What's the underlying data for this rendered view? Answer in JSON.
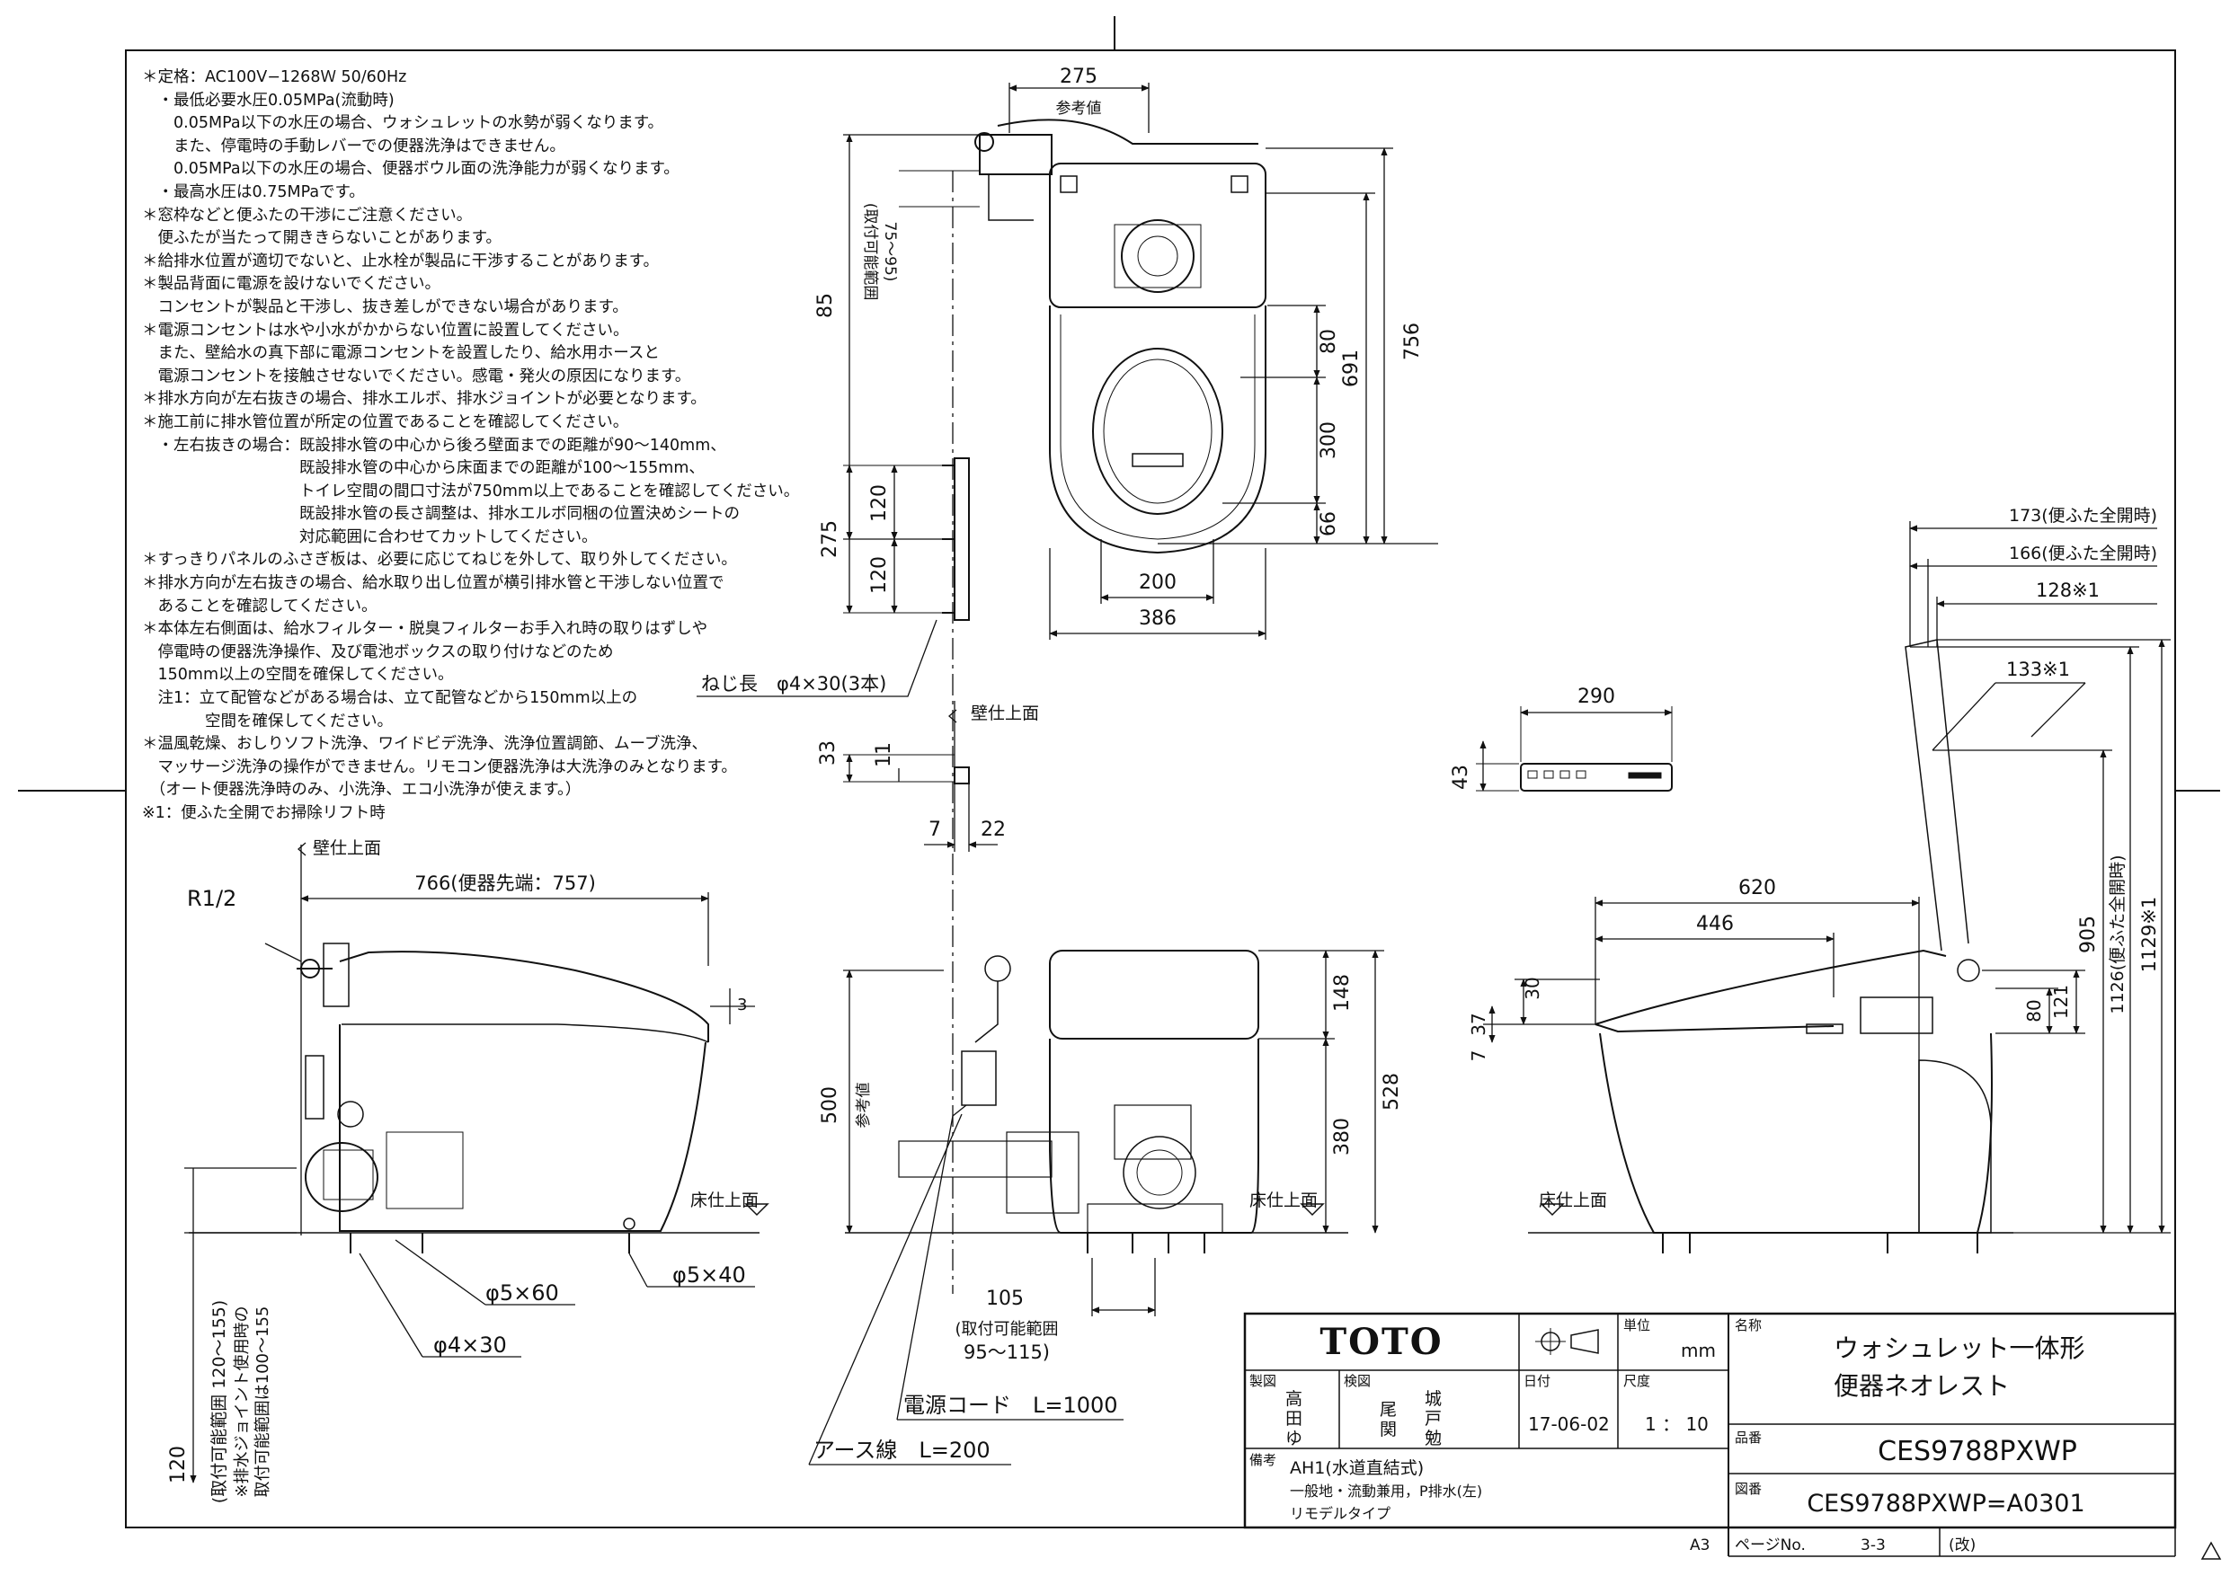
{
  "notes": [
    "＊定格：AC100V−1268Ｗ 50/60Hz",
    "　・最低必要水圧0.05MPa(流動時)",
    "　　0.05MPa以下の水圧の場合、ウォシュレットの水勢が弱くなります。",
    "　　また、停電時の手動レバーでの便器洗浄はできません。",
    "　　0.05MPa以下の水圧の場合、便器ボウル面の洗浄能力が弱くなります。",
    "　・最高水圧は0.75MPaです。",
    "＊窓枠などと便ふたの干渉にご注意ください。",
    "　便ふたが当たって開ききらないことがあります。",
    "＊給排水位置が適切でないと、止水栓が製品に干渉することがあります。",
    "＊製品背面に電源を設けないでください。",
    "　コンセントが製品と干渉し、抜き差しができない場合があります。",
    "＊電源コンセントは水や小水がかからない位置に設置してください。",
    "　また、壁給水の真下部に電源コンセントを設置したり、給水用ホースと",
    "　電源コンセントを接触させないでください。感電・発火の原因になります。",
    "＊排水方向が左右抜きの場合、排水エルボ、排水ジョイントが必要となります。",
    "＊施工前に排水管位置が所定の位置であることを確認してください。",
    "　・左右抜きの場合：既設排水管の中心から後ろ壁面までの距離が90〜140mm、",
    "　　　　　　　　　　既設排水管の中心から床面までの距離が100〜155mm、",
    "　　　　　　　　　　トイレ空間の間口寸法が750mm以上であることを確認してください。",
    "　　　　　　　　　　既設排水管の長さ調整は、排水エルボ同梱の位置決めシートの",
    "　　　　　　　　　　対応範囲に合わせてカットしてください。",
    "＊すっきりパネルのふさぎ板は、必要に応じてねじを外して、取り外してください。",
    "＊排水方向が左右抜きの場合、給水取り出し位置が横引排水管と干渉しない位置で",
    "　あることを確認してください。",
    "＊本体左右側面は、給水フィルター・脱臭フィルターお手入れ時の取りはずしや",
    "　停電時の便器洗浄操作、及び電池ボックスの取り付けなどのため",
    "　150mm以上の空間を確保してください。",
    "　注1：立て配管などがある場合は、立て配管などから150mm以上の",
    "　　　　空間を確保してください。",
    "＊温風乾燥、おしりソフト洗浄、ワイドビデ洗浄、洗浄位置調節、ムーブ洗浄、",
    "　マッサージ洗浄の操作ができません。リモコン便器洗浄は大洗浄のみとなります。",
    "　（オート便器洗浄時のみ、小洗浄、エコ小洗浄が使えます。）",
    "※1：便ふた全開でお掃除リフト時"
  ],
  "plan": {
    "d275": "275",
    "ref": "参考値",
    "d85": "85",
    "range_label": "(取付可能範囲",
    "range_val": "75〜95)",
    "d80": "80",
    "d300": "300",
    "d66": "66",
    "d691": "691",
    "d756": "756",
    "d200": "200",
    "d386": "386"
  },
  "panel": {
    "d275": "275",
    "d120a": "120",
    "d120b": "120",
    "screw": "ねじ長　φ4×30(3本)"
  },
  "remote_bracket": {
    "wall": "壁仕上面",
    "d33": "33",
    "d11": "11",
    "d7": "7",
    "d22": "22"
  },
  "remote": {
    "d290": "290",
    "d43": "43"
  },
  "left_side": {
    "wall": "壁仕上面",
    "d766": "766(便器先端：757)",
    "r12": "R1/2",
    "d3": "3",
    "floor": "床仕上面",
    "screw1": "φ5×60",
    "screw2": "φ5×40",
    "screw3": "φ4×30",
    "range_a": "(取付可能範囲  120〜155)",
    "range_b": "※排水ジョイント使用時の",
    "range_c": "取付可能範囲は100〜155",
    "d120": "120"
  },
  "front": {
    "d500": "500",
    "ref": "参考値",
    "d148": "148",
    "d528": "528",
    "d380": "380",
    "floor": "床仕上面",
    "d105": "105",
    "range_a": "(取付可能範囲",
    "range_b": "95〜115)",
    "cord": "電源コード　L=1000",
    "earth": "アース線　L=200"
  },
  "right_side": {
    "d173": "173(便ふた全開時)",
    "d166": "166(便ふた全開時)",
    "d128": "128※1",
    "d133": "133※1",
    "d620": "620",
    "d446": "446",
    "d30": "30",
    "d37": "37",
    "d7": "7",
    "d80": "80",
    "d121": "121",
    "d905": "905",
    "d1126": "1126(便ふた全開時)",
    "d1129": "1129※1",
    "floor": "床仕上面"
  },
  "title_block": {
    "logo": "TOTO",
    "unit_label": "単位",
    "unit": "mm",
    "name_label": "名称",
    "name1": "ウォシュレット一体形",
    "name2": "便器ネオレスト",
    "drawn_label": "製図",
    "drawn1": "高",
    "drawn2": "田",
    "drawn3": "ゆ",
    "checked_label": "検図",
    "checked_a1": "城",
    "checked_a2": "戸",
    "checked_a3": "勉",
    "checked_b1": "尾",
    "checked_b2": "関",
    "date_label": "日付",
    "date": "17-06-02",
    "scale_label": "尺度",
    "scale": "1 ： 10",
    "part_label": "品番",
    "part": "CES9788PXWP",
    "remark_label": "備考",
    "remark1": "AH1(水道直結式)",
    "remark2": "一般地・流動兼用，P排水(左)",
    "remark3": "リモデルタイプ",
    "dwg_label": "図番",
    "dwg": "CES9788PXWP=A0301",
    "size": "A3",
    "page_label": "ページNo.",
    "page": "3-3",
    "rev": "(改)"
  }
}
